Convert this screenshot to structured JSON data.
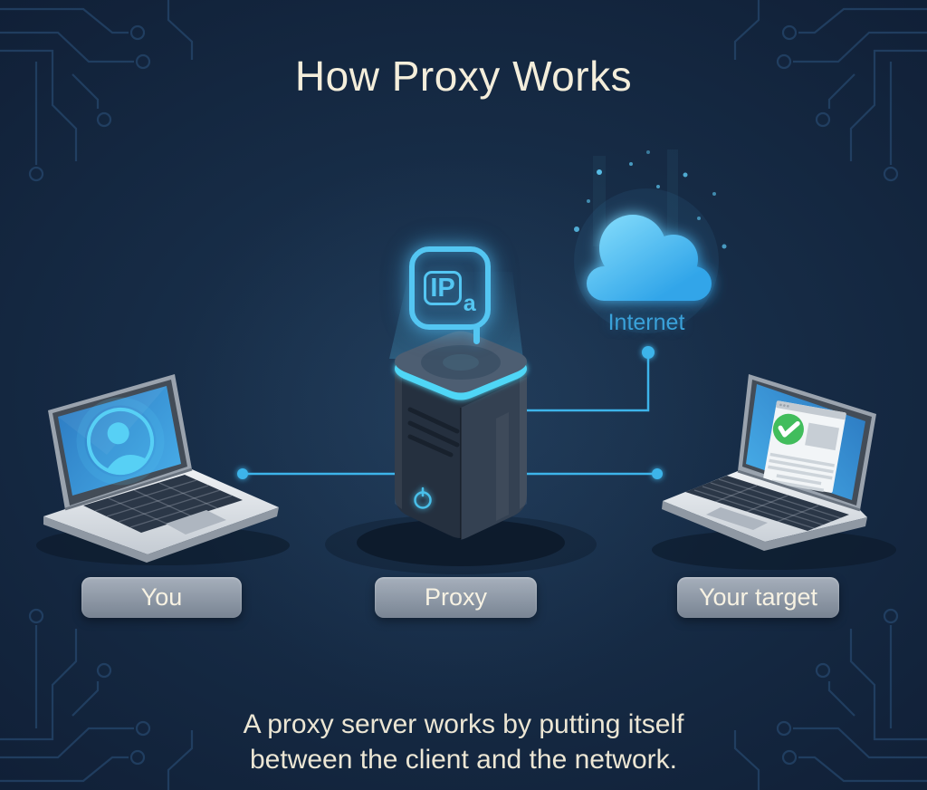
{
  "title": "How Proxy Works",
  "diagram": {
    "you_label": "You",
    "proxy_label": "Proxy",
    "target_label": "Your target",
    "internet_label": "Internet",
    "ip_badge": {
      "prefix": "IP",
      "suffix": "a"
    }
  },
  "caption": {
    "line1": "A proxy server works by putting itself",
    "line2": "between the client and the network."
  },
  "icons": {
    "user_avatar": "user-avatar-icon",
    "internet_cloud": "internet-cloud-icon",
    "success_check": "success-check-icon",
    "power_button": "power-button-icon",
    "ip_badge": "ip-address-badge-icon",
    "circuit_traces": "circuit-traces-decoration"
  },
  "colors": {
    "background": "#16293f",
    "accent_cyan": "#3db4ea",
    "cloud_blue": "#49b8f0",
    "server_rim_glow": "#4fd6f6",
    "cream_text": "#f4eedb",
    "internet_text": "#3aa2da",
    "label_pill_bg": "#9aa4b0",
    "success_green": "#41bd5c",
    "circuit_line": "#2d547e"
  }
}
